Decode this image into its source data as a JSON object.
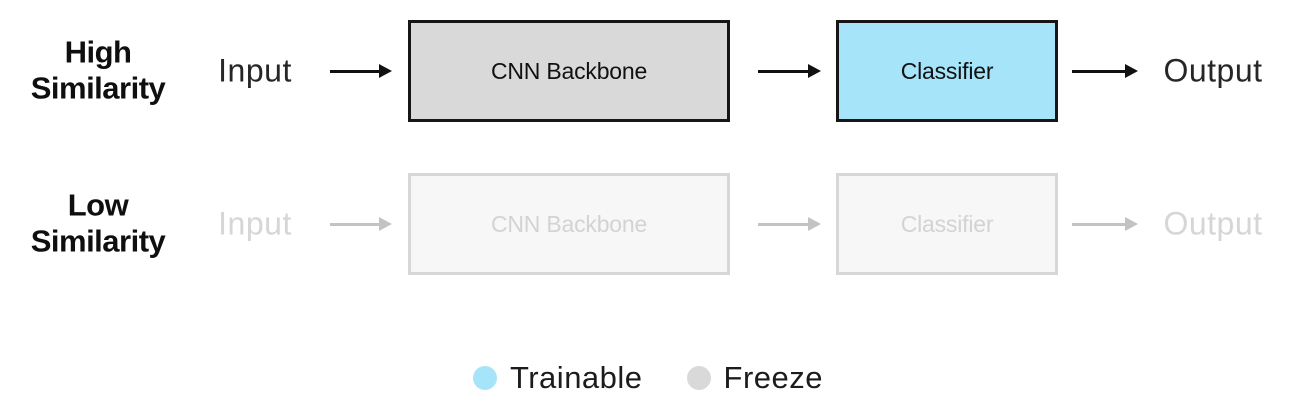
{
  "colors": {
    "trainable_blue": "#a6e4fa",
    "freeze_gray": "#d9d9d9",
    "active_border": "#161616",
    "active_text": "#111111",
    "faded_fill": "#f7f7f7",
    "faded_border": "#d7d7d7",
    "faded_text": "#d3d3d3",
    "background": "#ffffff"
  },
  "rows": [
    {
      "label_line1": "High",
      "label_line2": "Similarity",
      "input_label": "Input",
      "backbone_label": "CNN Backbone",
      "classifier_label": "Classifier",
      "output_label": "Output",
      "state": "active",
      "backbone_fill": "#d9d9d9",
      "classifier_fill": "#a6e4fa"
    },
    {
      "label_line1": "Low",
      "label_line2": "Similarity",
      "input_label": "Input",
      "backbone_label": "CNN Backbone",
      "classifier_label": "Classifier",
      "output_label": "Output",
      "state": "faded",
      "backbone_fill": "#f7f7f7",
      "classifier_fill": "#f7f7f7"
    }
  ],
  "legend": {
    "items": [
      {
        "label": "Trainable",
        "color": "#a6e4fa"
      },
      {
        "label": "Freeze",
        "color": "#d9d9d9"
      }
    ]
  }
}
